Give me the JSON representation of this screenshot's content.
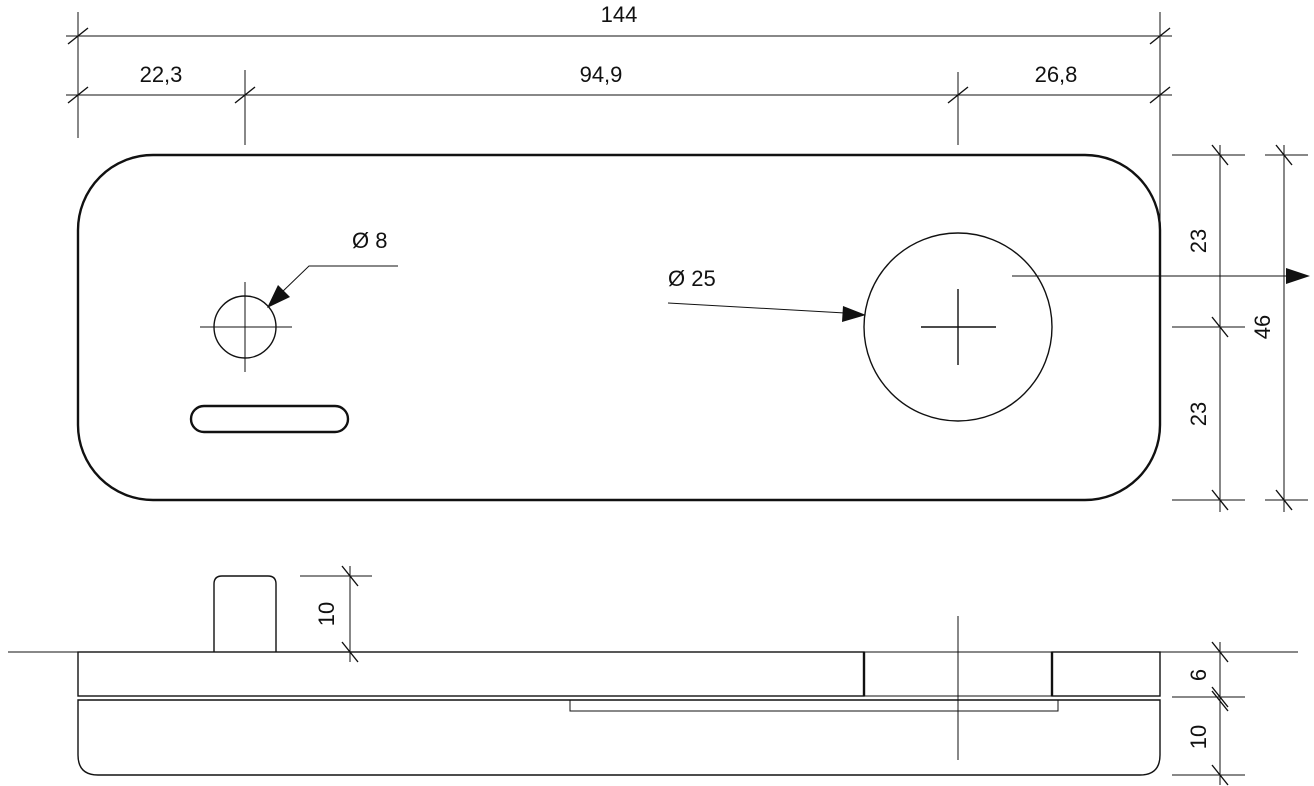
{
  "dimensions": {
    "overall_length": "144",
    "left_offset": "22,3",
    "hole_spacing": "94,9",
    "right_offset": "26,8",
    "small_hole_diameter": "Ø 8",
    "large_hole_diameter": "Ø 25",
    "upper_half_height": "23",
    "lower_half_height": "23",
    "overall_height": "46",
    "pin_height": "10",
    "top_plate_thickness": "6",
    "base_thickness": "10"
  }
}
